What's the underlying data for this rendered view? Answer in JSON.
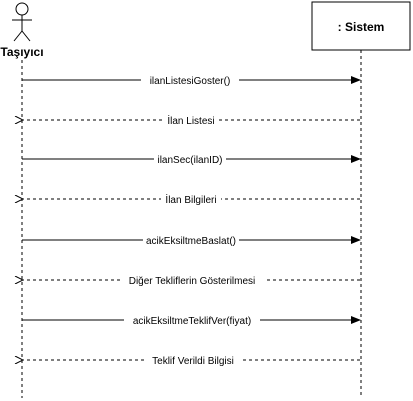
{
  "actor": {
    "name": "Taşıyıcı",
    "icon": "stick-figure-actor-icon"
  },
  "system": {
    "name": ": Sistem"
  },
  "messages": [
    {
      "label": "ilanListesiGoster()",
      "kind": "call"
    },
    {
      "label": "İlan Listesi",
      "kind": "return"
    },
    {
      "label": "ilanSec(ilanID)",
      "kind": "call"
    },
    {
      "label": "İlan Bilgileri",
      "kind": "return"
    },
    {
      "label": "acikEksiltmeBaslat()",
      "kind": "call"
    },
    {
      "label": "Diğer Tekliflerin Gösterilmesi",
      "kind": "return"
    },
    {
      "label": "acikEksiltmeTeklifVer(fiyat)",
      "kind": "call"
    },
    {
      "label": "Teklif Verildi Bilgisi",
      "kind": "return"
    }
  ],
  "colors": {
    "line": "#000000",
    "background": "#ffffff"
  }
}
